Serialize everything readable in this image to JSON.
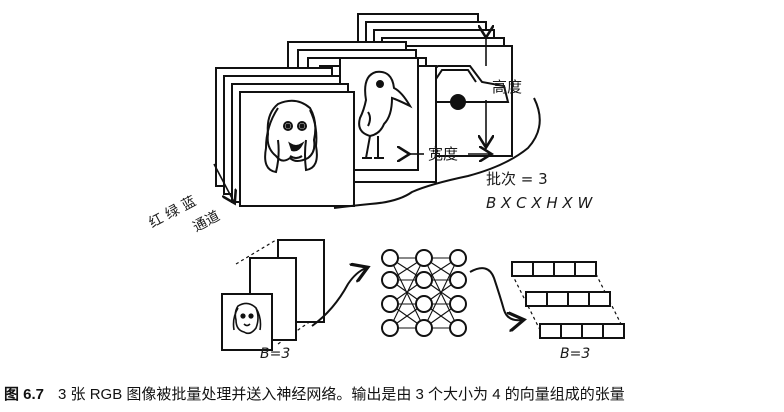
{
  "diagram": {
    "label_height": "高度",
    "label_width": "宽度",
    "label_channels_rgb": "红 绿 蓝",
    "label_channels": "通道",
    "label_batch": "批次 = 3",
    "label_shape": "B X C X H X W",
    "label_b_input": "B=3",
    "label_b_output": "B=3"
  },
  "caption": {
    "number": "图 6.7",
    "text": "3 张 RGB 图像被批量处理并送入神经网络。输出是由 3 个大小为 4 的向量组成的张量"
  }
}
